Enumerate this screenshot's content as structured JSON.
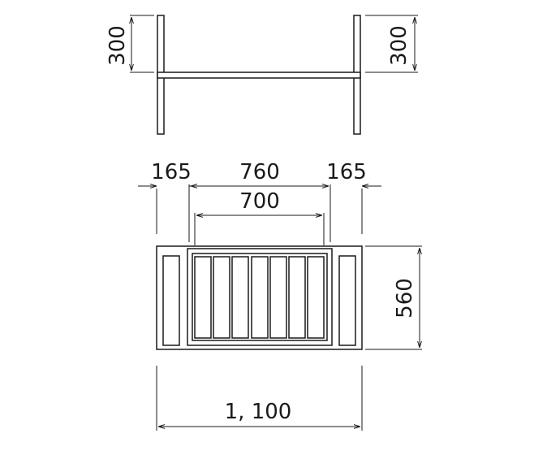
{
  "drawing": {
    "elevation": {
      "dim_left_height": "300",
      "dim_right_height": "300"
    },
    "plan": {
      "dim_left_end": "165",
      "dim_center": "760",
      "dim_inner": "700",
      "dim_right_end": "165",
      "dim_depth": "560",
      "dim_total_width": "1, 100"
    },
    "colors": {
      "line": "#1a1a1a",
      "background": "#ffffff"
    }
  }
}
